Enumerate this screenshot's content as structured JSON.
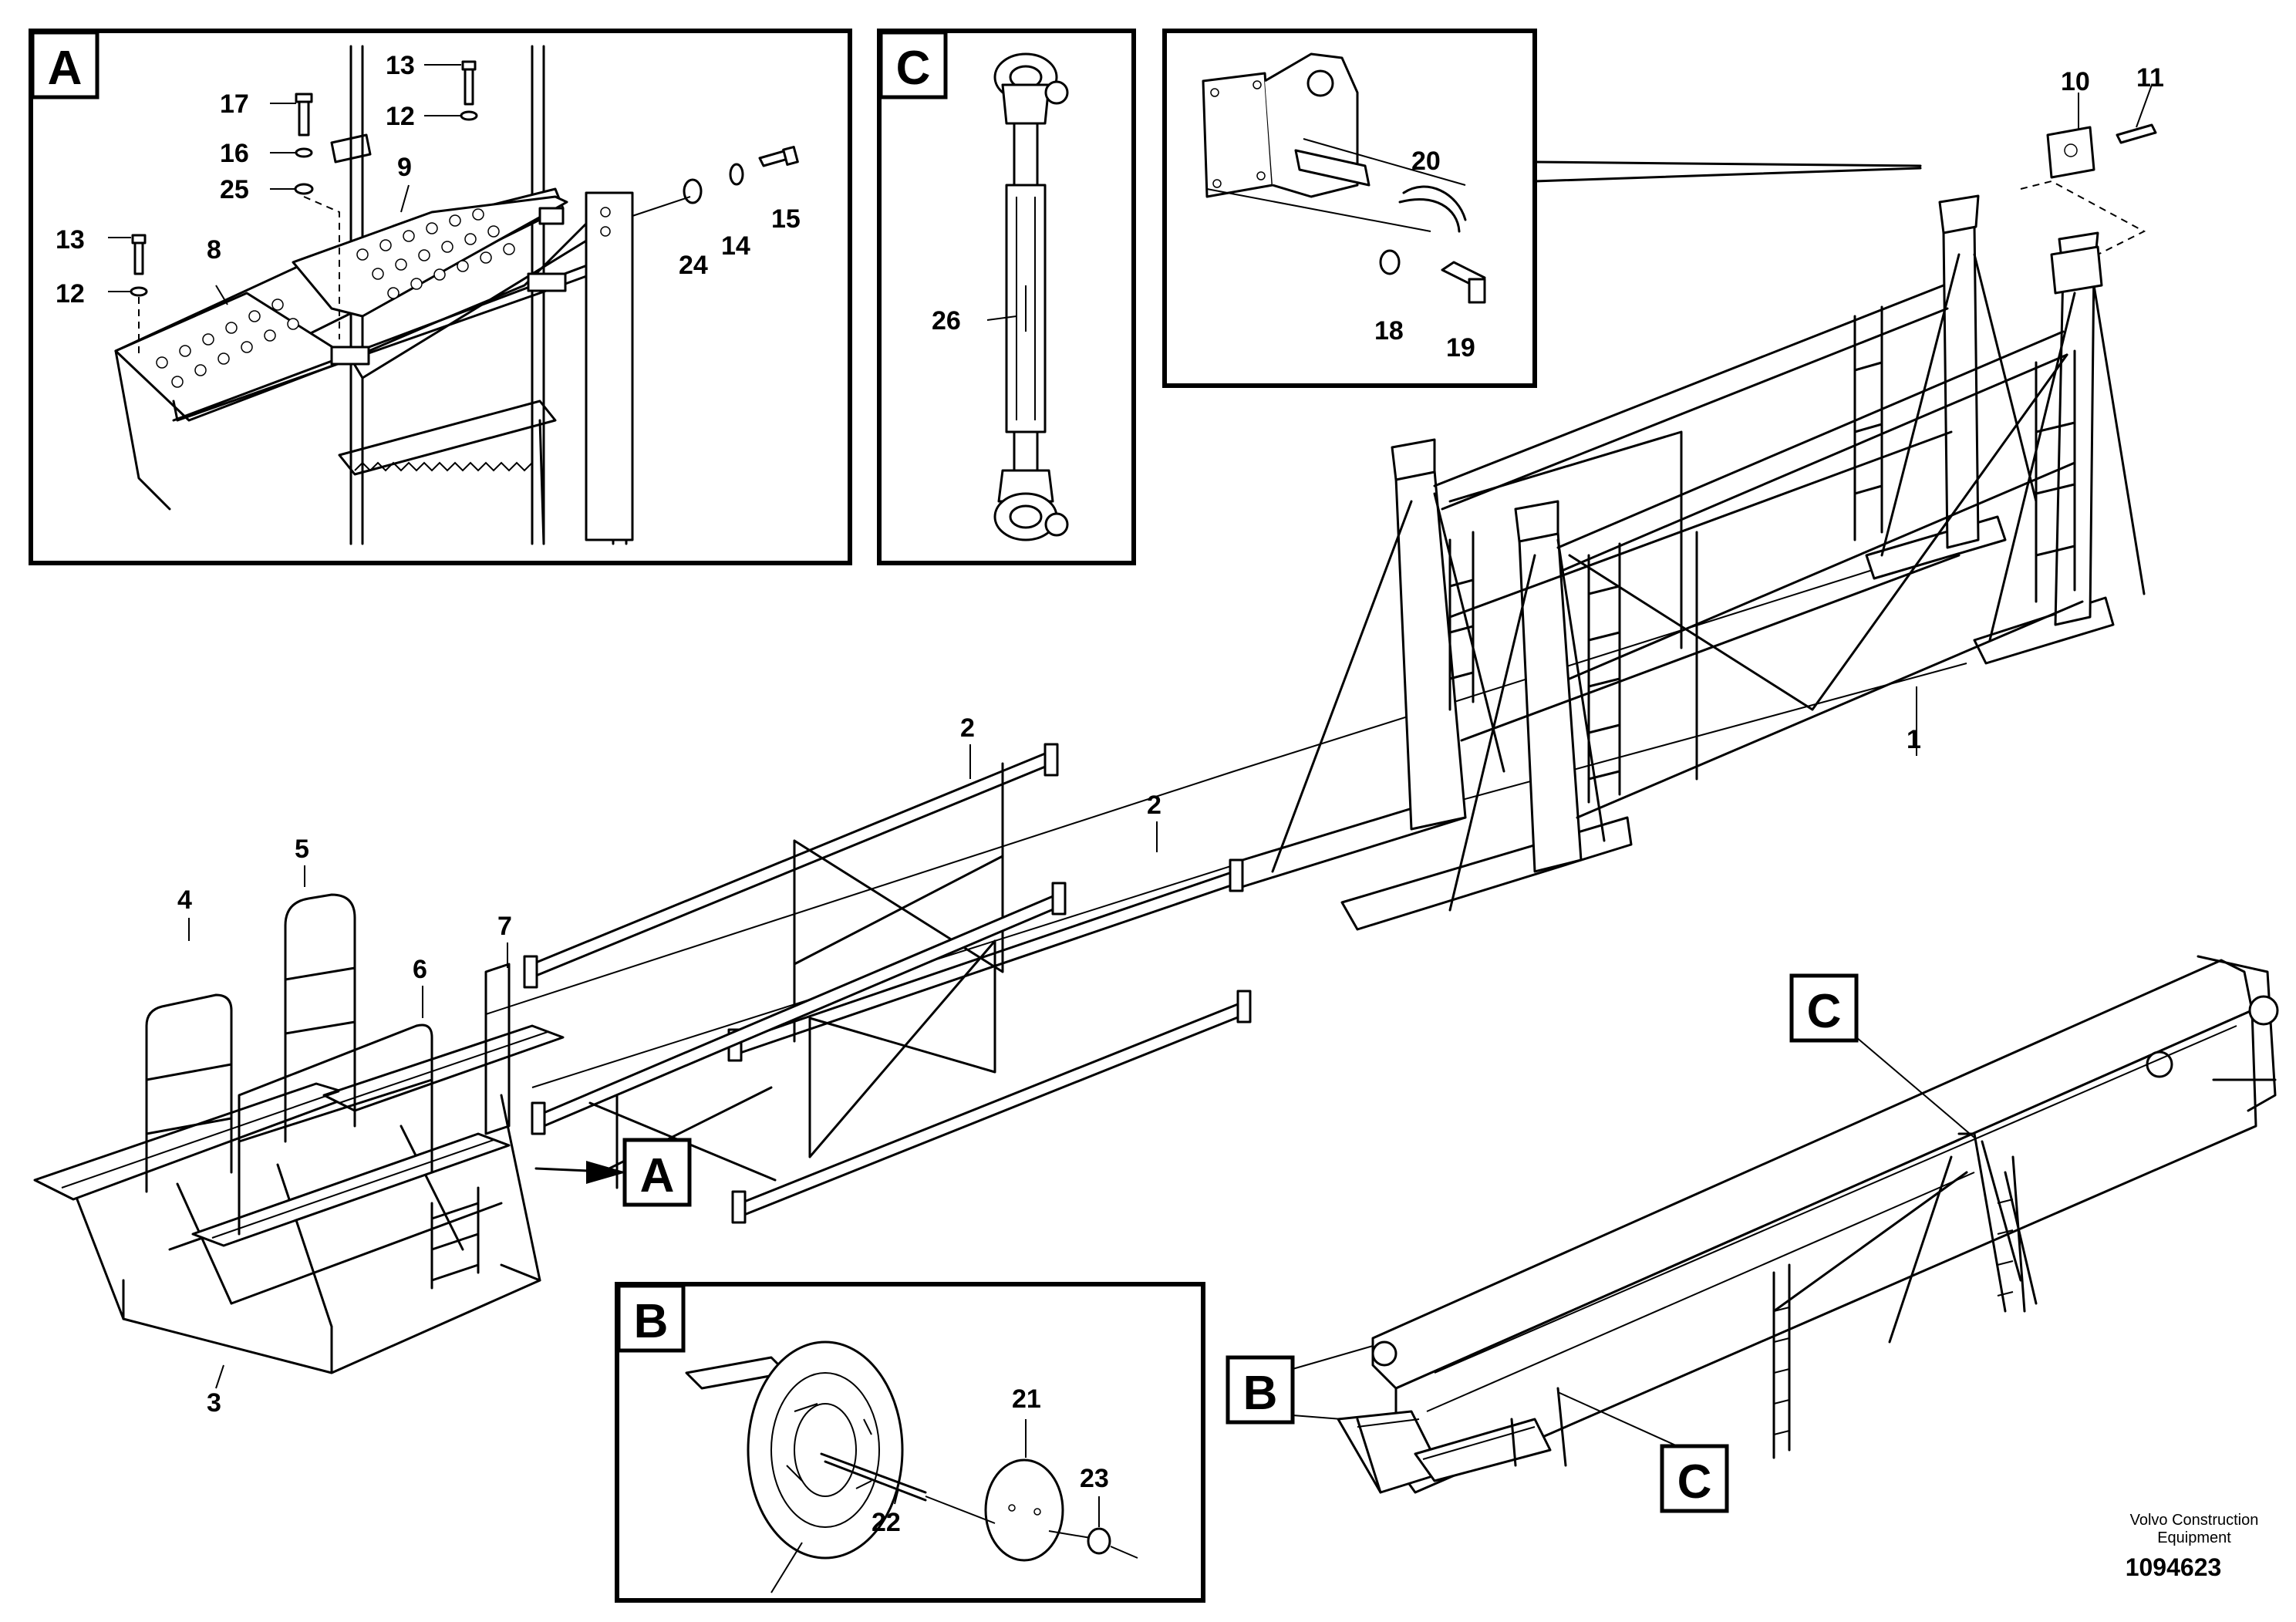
{
  "callouts": {
    "c1": "1",
    "c2a": "2",
    "c2b": "2",
    "c3": "3",
    "c4": "4",
    "c5": "5",
    "c6": "6",
    "c7": "7",
    "c8": "8",
    "c9": "9",
    "c10": "10",
    "c11": "11",
    "c12a": "12",
    "c12b": "12",
    "c13a": "13",
    "c13b": "13",
    "c14": "14",
    "c15": "15",
    "c16": "16",
    "c17": "17",
    "c18": "18",
    "c19": "19",
    "c20": "20",
    "c21": "21",
    "c22": "22",
    "c23": "23",
    "c24": "24",
    "c25": "25",
    "c26": "26"
  },
  "detail_tags": {
    "a_panel": "A",
    "a_main": "A",
    "b_panel": "B",
    "b_overview": "B",
    "c_panel": "C",
    "c_overview_top": "C",
    "c_overview_bottom": "C"
  },
  "footer": {
    "company_line1": "Volvo Construction",
    "company_line2": "Equipment",
    "drawing_number": "1094623"
  }
}
